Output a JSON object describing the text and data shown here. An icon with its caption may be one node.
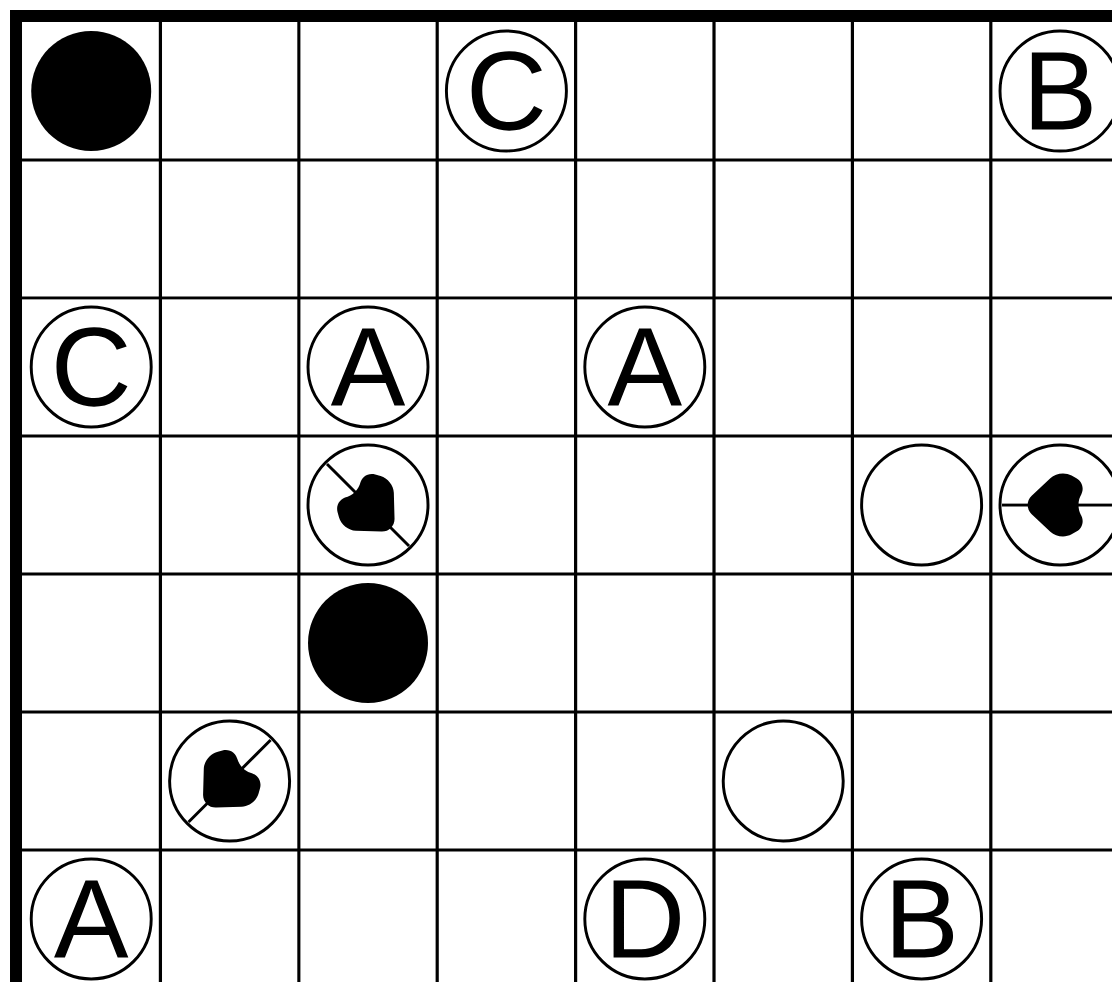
{
  "diagram": {
    "nodes": [
      {
        "text": [],
        "shape": "dot"
      },
      {
        "text": [
          "C"
        ]
      },
      {
        "text": [
          "B"
        ]
      },
      {
        "text": [
          "C"
        ]
      },
      {
        "text": [
          "A"
        ]
      },
      {
        "text": [
          "A"
        ]
      },
      {
        "text": [],
        "shape": "heart"
      },
      {
        "text": [],
        "shape": "circle"
      },
      {
        "text": [],
        "shape": "heart"
      },
      {
        "text": [],
        "shape": "dot"
      },
      {
        "text": [],
        "shape": "heart"
      },
      {
        "text": [],
        "shape": "circle"
      },
      {
        "text": [
          "A"
        ]
      },
      {
        "text": [
          "D"
        ]
      },
      {
        "text": [
          "B"
        ]
      }
    ]
  }
}
